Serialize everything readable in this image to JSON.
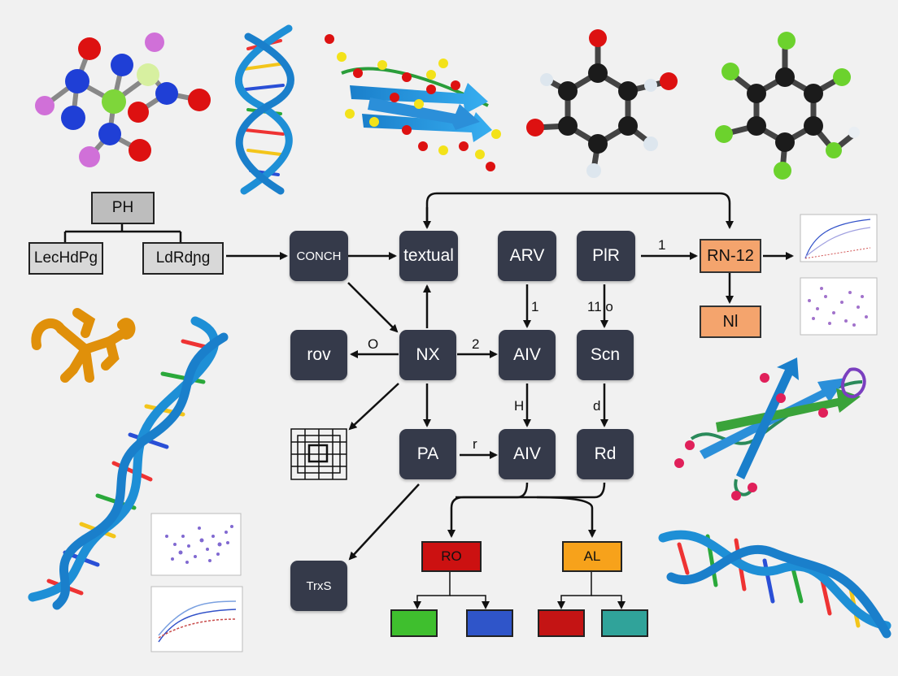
{
  "diagram": {
    "top_box": "PH",
    "left_child": "LecHdPg",
    "right_child": "LdRdɲg",
    "nodes": {
      "conch": "CONCH",
      "textual": "textual",
      "arv": "ARV",
      "plr": "PlR",
      "rn12": "RN-12",
      "nl": "Nl",
      "rov": "rov",
      "nx": "NX",
      "aiv1": "AIV",
      "scn": "Scn",
      "pa": "PA",
      "aiv2": "AIV",
      "rd": "Rd",
      "trxs": "TrxS",
      "ro": "RO",
      "al": "AL"
    },
    "edge_labels": {
      "plr_rn12": "1",
      "arv_aiv": "1",
      "plr_scn": "11 o",
      "nx_rov": "O",
      "nx_aiv": "2",
      "aiv_aiv": "H",
      "scn_rd": "d",
      "pa_aiv": "r"
    }
  },
  "colors": {
    "node_dark": "#353a4a",
    "orange": "#f4a46d",
    "red": "#cc1111",
    "amber": "#f7a21b",
    "green": "#3fbf2e",
    "blue": "#2f55c9",
    "dark_red": "#c41414",
    "teal": "#30a39a",
    "dna_blue": "#1e8fd6"
  },
  "decorations": [
    "molecule-cluster-icon",
    "dna-helix-icon",
    "protein-ribbon-icon",
    "benzene-molecule-icon",
    "chloro-benzene-icon",
    "orange-molecule-icon",
    "scatter-plot-thumbnail",
    "line-plot-thumbnail",
    "grid-symbol-icon"
  ]
}
